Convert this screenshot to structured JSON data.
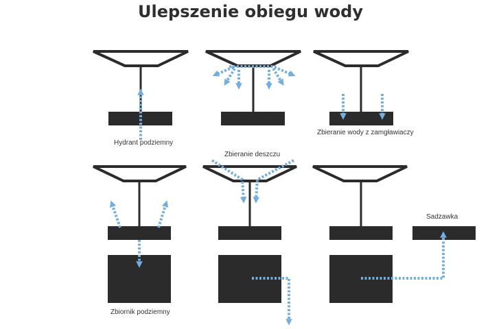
{
  "title": "Ulepszenie obiegu wody",
  "colors": {
    "structure": "#2b2b2b",
    "water": "#74aee0",
    "text": "#333333"
  },
  "labels": {
    "hydrant": "Hydrant podziemny",
    "mist_collection": "Zbieranie wody z zamgławiaczy",
    "rain_collection": "Zbieranie deszczu",
    "pond": "Sadzawka",
    "tank": "Zbiornik podziemny"
  }
}
